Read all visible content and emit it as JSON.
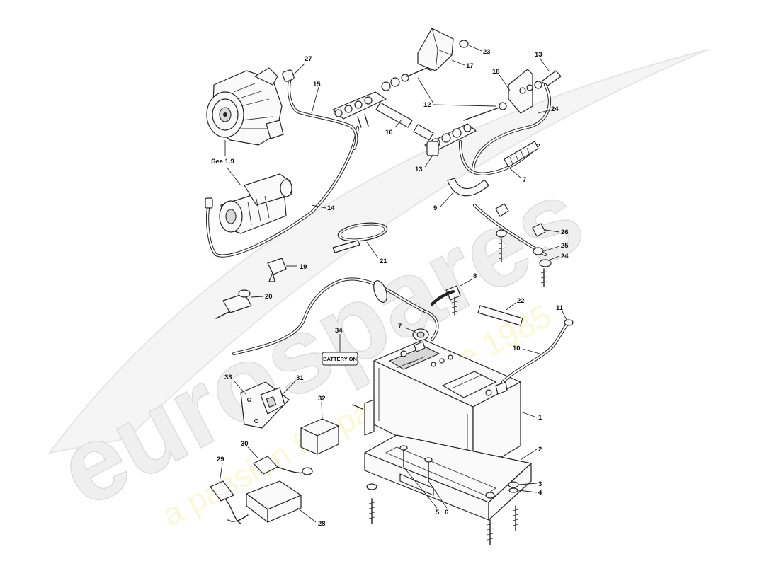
{
  "watermark": {
    "brand": "eurospares",
    "tagline": "a passion for parts since 1985"
  },
  "label_tag": "BATTERY ON",
  "callouts": {
    "c1": "1",
    "c2": "2",
    "c3": "3",
    "c4": "4",
    "c5": "5",
    "c6": "6",
    "c7a": "7",
    "c7b": "7",
    "c8": "8",
    "c9": "9",
    "c10": "10",
    "c11": "11",
    "c12": "12",
    "c13a": "13",
    "c13b": "13",
    "c14": "14",
    "c15": "15",
    "c16": "16",
    "c17": "17",
    "c18": "18",
    "c19": "19",
    "c20": "20",
    "c21": "21",
    "c22": "22",
    "c23": "23",
    "c24a": "24",
    "c24b": "24",
    "c25": "25",
    "c26": "26",
    "c27": "27",
    "c28": "28",
    "c29": "29",
    "c30": "30",
    "c31": "31",
    "c32": "32",
    "c33": "33",
    "c34": "34",
    "see": "See 1.9"
  }
}
